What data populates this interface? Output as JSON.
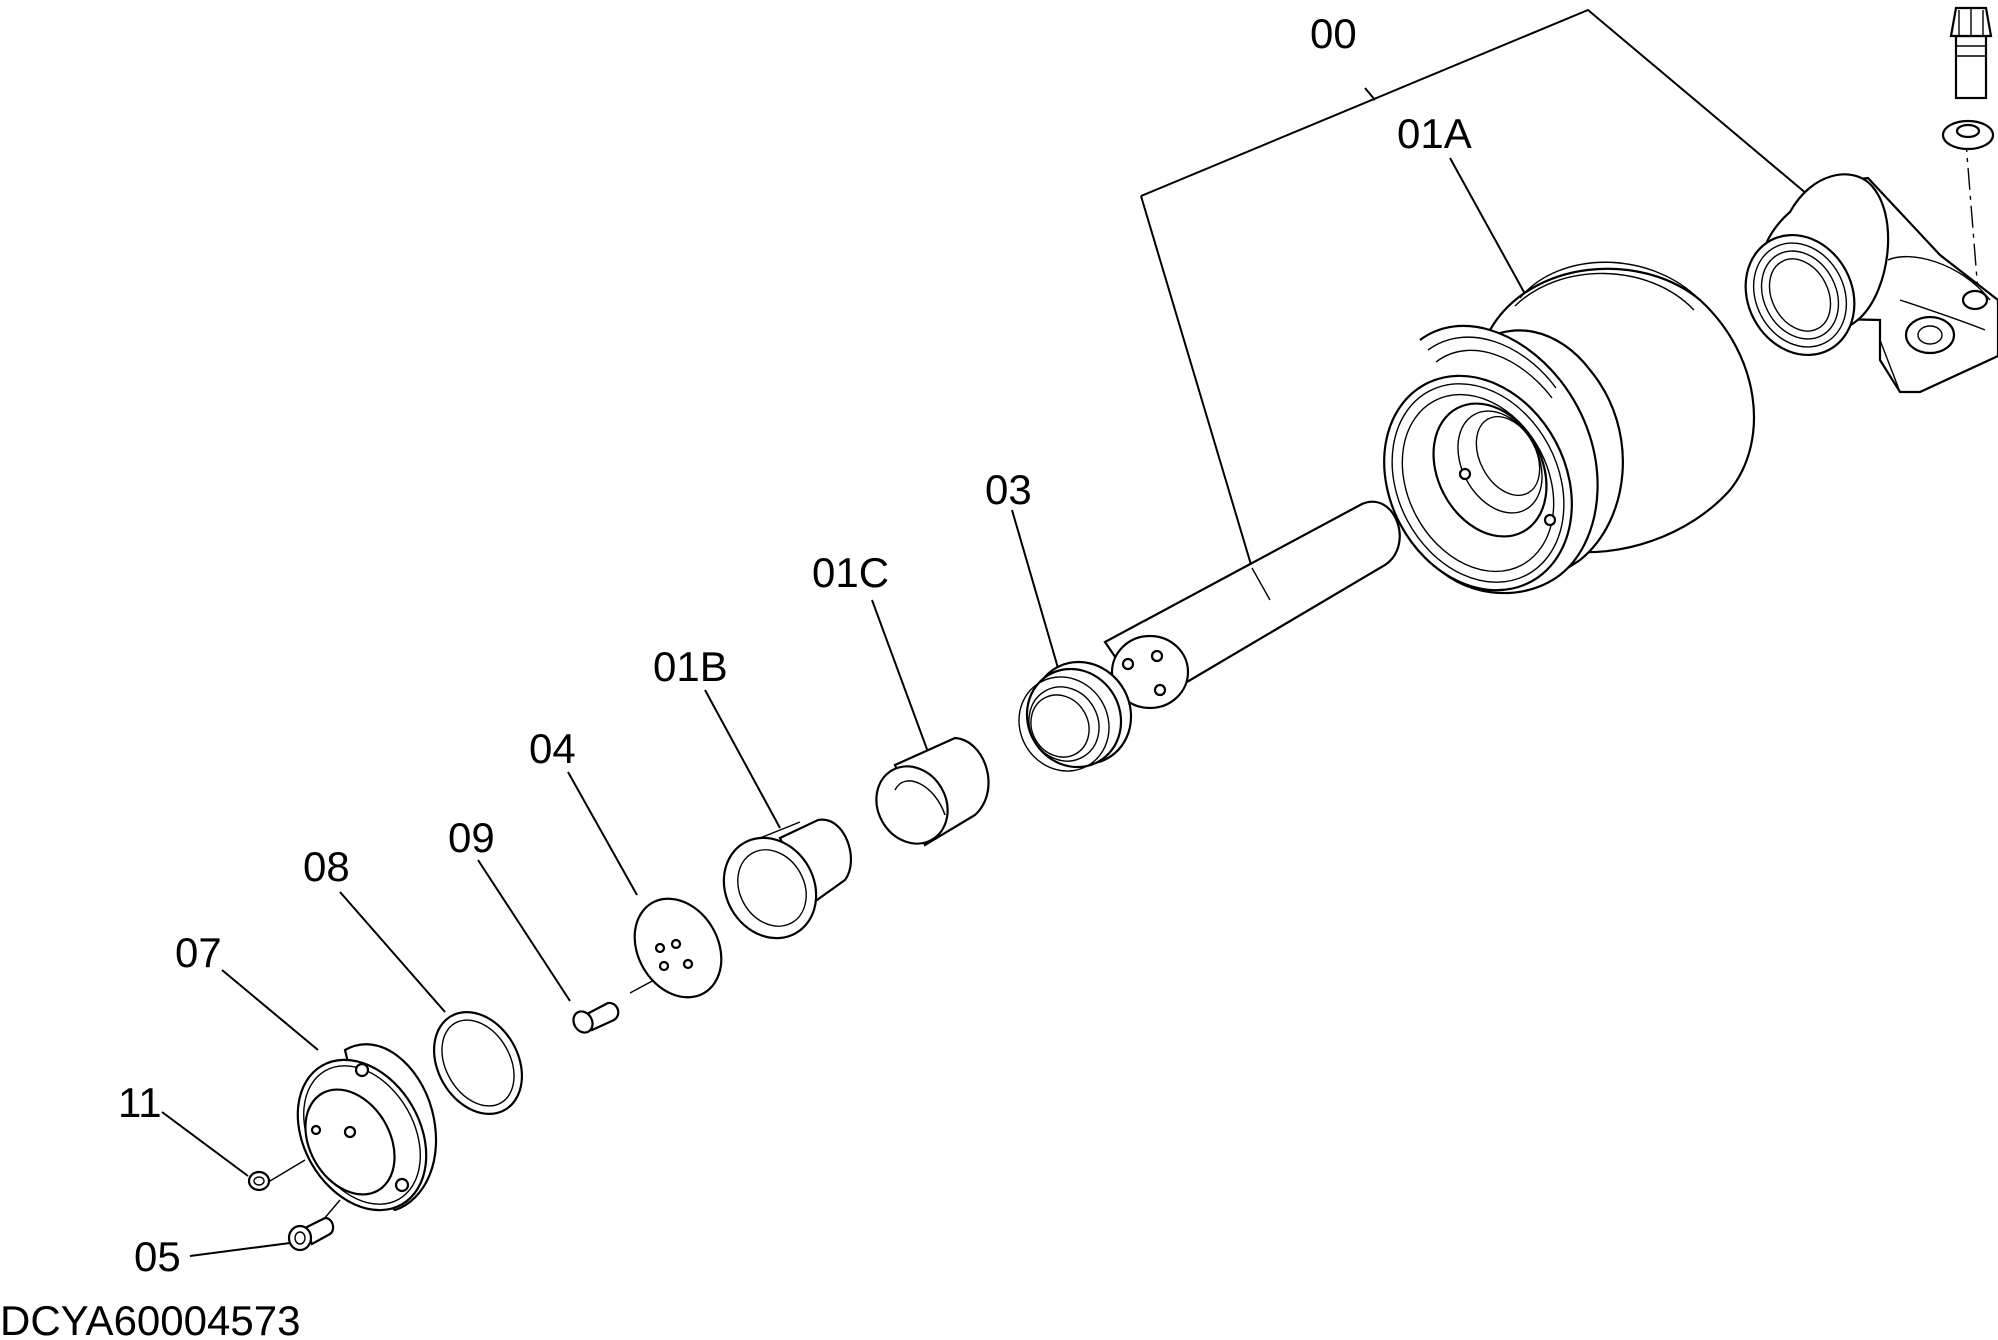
{
  "diagram": {
    "drawing_code": "DCYA60004573",
    "labels": {
      "p00": "00",
      "p01A": "01A",
      "p01B": "01B",
      "p01C": "01C",
      "p03": "03",
      "p04": "04",
      "p05": "05",
      "p07": "07",
      "p08": "08",
      "p09": "09",
      "p11": "11"
    }
  }
}
